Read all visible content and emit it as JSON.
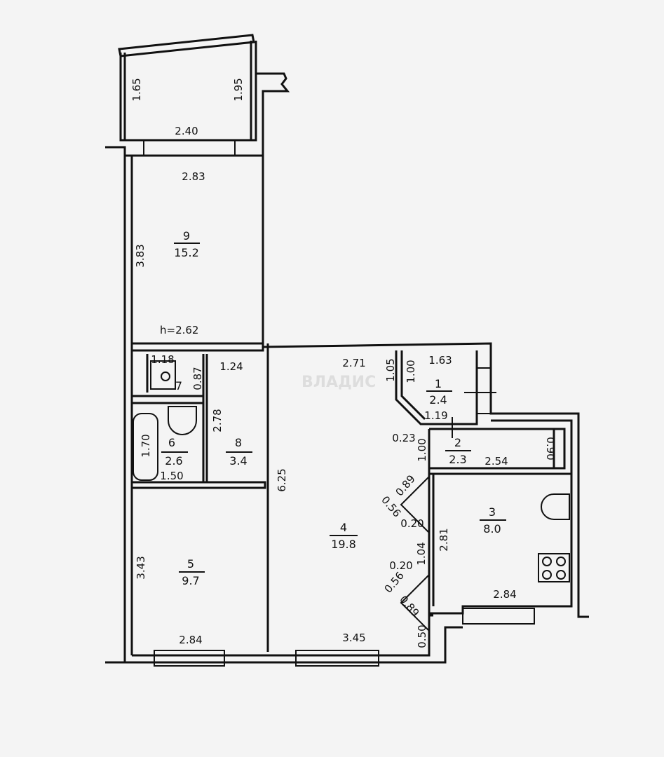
{
  "watermark": "ВЛАДИС",
  "ceiling_height": "h=2.62",
  "rooms": [
    {
      "number": "1",
      "area": "2.4"
    },
    {
      "number": "2",
      "area": "2.3"
    },
    {
      "number": "3",
      "area": "8.0"
    },
    {
      "number": "4",
      "area": "19.8"
    },
    {
      "number": "5",
      "area": "9.7"
    },
    {
      "number": "6",
      "area": "2.6"
    },
    {
      "number": "7",
      "area": ""
    },
    {
      "number": "8",
      "area": "3.4"
    },
    {
      "number": "9",
      "area": "15.2"
    }
  ],
  "dimensions": {
    "balcony_left": "1.65",
    "balcony_right": "1.95",
    "balcony_width": "2.40",
    "r9_width": "2.83",
    "r9_depth": "3.83",
    "r7_width": "1.18",
    "r7_depth": "0.87",
    "r8_width": "1.24",
    "r8_depth": "2.78",
    "r6_bath": "1.70",
    "r6_width": "1.50",
    "r5_depth": "3.43",
    "r5_width": "2.84",
    "r4_depth": "6.25",
    "r4_top": "2.71",
    "r4_bottom": "3.45",
    "r1_left_a": "1.05",
    "r1_left_b": "1.00",
    "r1_top": "1.63",
    "r1_bottom": "1.19",
    "r2_width": "2.54",
    "r2_depth": "0.90",
    "r3_depth": "2.81",
    "r3_width": "2.84",
    "niche_a": "0.23",
    "niche_b": "1.00",
    "niche_c": "0.89",
    "niche_d": "0.56",
    "niche_e": "0.20",
    "niche_f": "1.04",
    "niche_g": "0.20",
    "niche_h": "0.56",
    "niche_i": "0.89",
    "niche_j": "0.50"
  }
}
